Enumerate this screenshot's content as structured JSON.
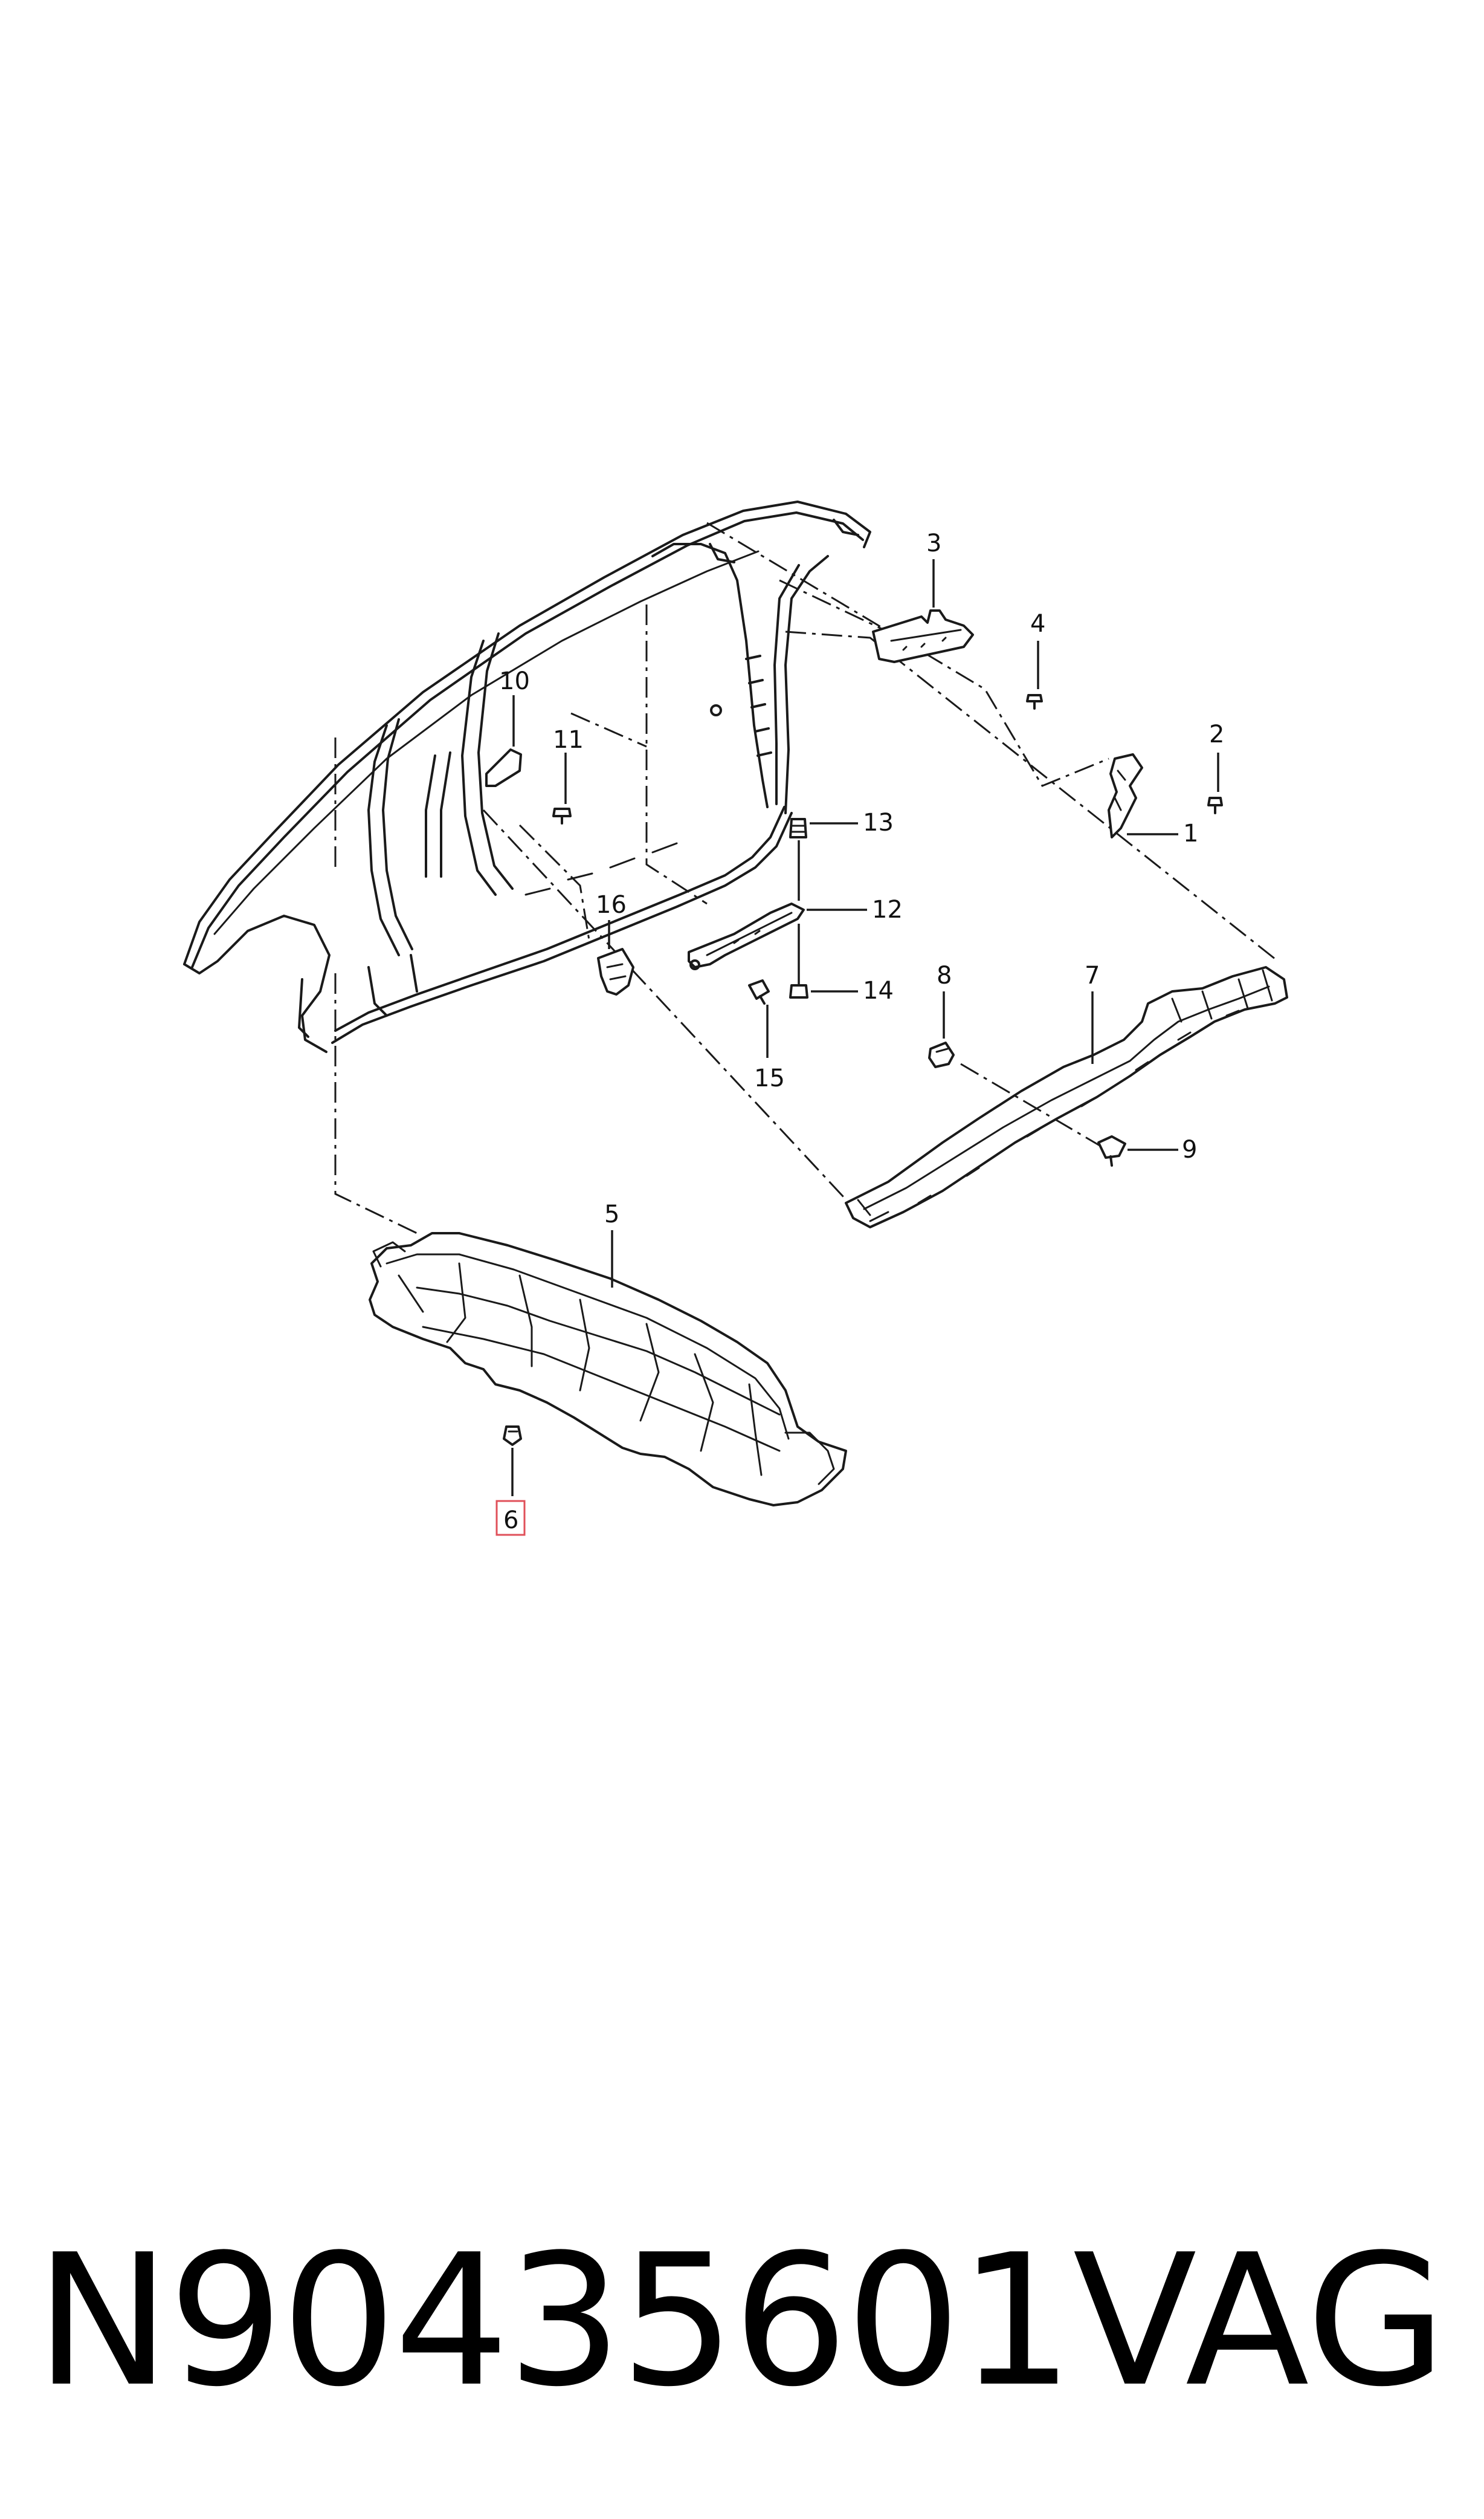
{
  "callouts": {
    "c1": "1",
    "c2": "2",
    "c3": "3",
    "c4": "4",
    "c5": "5",
    "c6": "6",
    "c7": "7",
    "c8": "8",
    "c9": "9",
    "c10": "10",
    "c11": "11",
    "c12": "12",
    "c13": "13",
    "c14": "14",
    "c15": "15",
    "c16": "16"
  },
  "highlighted_callout": "6",
  "colors": {
    "ink": "#1a1a1a",
    "highlight": "#e0505a",
    "background": "#ffffff"
  },
  "footer": {
    "part_number": "N90435601",
    "brand": "VAG"
  }
}
